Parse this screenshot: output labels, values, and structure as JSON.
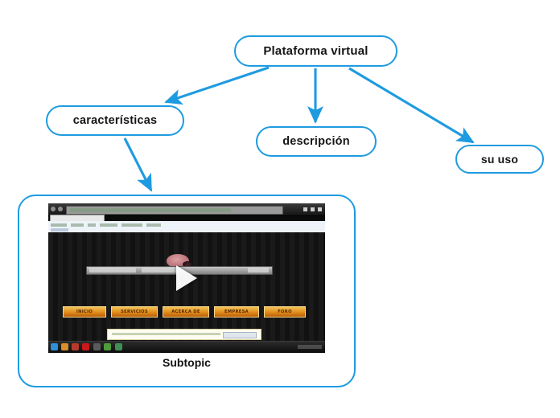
{
  "diagram": {
    "type": "mind-map",
    "accent_color": "#1E9BE0",
    "background": "#FFFFFF"
  },
  "nodes": {
    "root": {
      "label": "Plataforma virtual"
    },
    "caracteristicas": {
      "label": "características"
    },
    "descripcion": {
      "label": "descripción"
    },
    "su_uso": {
      "label": "su uso"
    },
    "subtopic": {
      "label": "Subtopic"
    }
  },
  "edges": [
    {
      "from": "Plataforma virtual",
      "to": "características"
    },
    {
      "from": "Plataforma virtual",
      "to": "descripción"
    },
    {
      "from": "Plataforma virtual",
      "to": "su uso"
    },
    {
      "from": "características",
      "to": "Subtopic"
    }
  ],
  "screenshot": {
    "menu_items": [
      "INICIO",
      "SERVICIOS",
      "ACERCA DE",
      "EMPRESA",
      "FORO"
    ],
    "play_icon": "play-triangle-icon",
    "menu_button_color": "#E08B1B"
  }
}
